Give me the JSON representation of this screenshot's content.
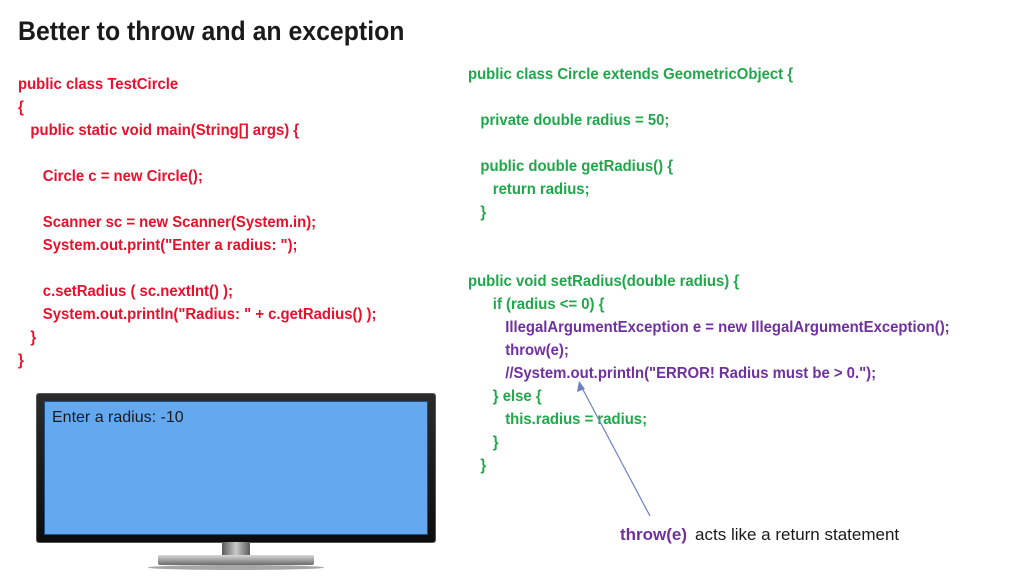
{
  "title": "Better to throw and an exception",
  "left_code": [
    "public class TestCircle",
    "{",
    "   public static void main(String[] args) {",
    "",
    "      Circle c = new Circle();",
    "",
    "      Scanner sc = new Scanner(System.in);",
    "      System.out.print(\"Enter a radius: \");",
    "",
    "      c.setRadius ( sc.nextInt() );",
    "      System.out.println(\"Radius: \" + c.getRadius() );",
    "   }",
    "}"
  ],
  "right_code": [
    "public class Circle extends GeometricObject {",
    "",
    "   private double radius = 50;",
    "",
    "   public double getRadius() {",
    "      return radius;",
    "   }",
    "",
    "",
    "public void setRadius(double radius) {",
    "      if (radius <= 0) {",
    "         IllegalArgumentException e = new IllegalArgumentException();",
    "         throw(e);",
    "         //System.out.println(\"ERROR! Radius must be > 0.\");",
    "      } else {",
    "         this.radius = radius;",
    "      }",
    "   }"
  ],
  "console": {
    "text": "Enter a radius: -10"
  },
  "note": {
    "keyword": "throw(e)",
    "text": "acts like a return statement"
  },
  "colors": {
    "left_code": "#e8102a",
    "right_code": "#1fa84a",
    "highlight": "#7030a0",
    "screen": "#64a9f0",
    "arrow": "#6b7fc4"
  }
}
